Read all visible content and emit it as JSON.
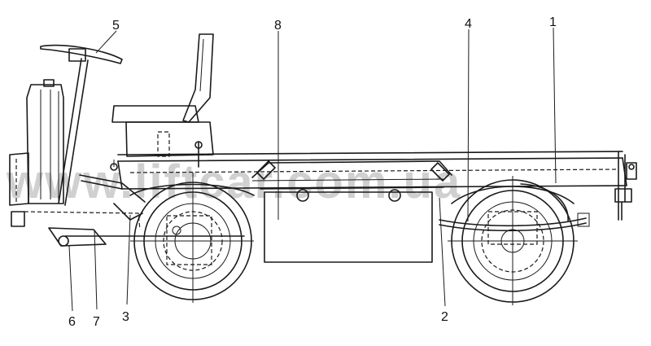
{
  "callouts": {
    "c1": "1",
    "c2": "2",
    "c3": "3",
    "c4": "4",
    "c5": "5",
    "c6": "6",
    "c7": "7",
    "c8": "8"
  },
  "watermark": "www.liftcar.com.ua",
  "colors": {
    "ink": "#1a1a1a",
    "paper": "#ffffff",
    "watermark": "#969696"
  }
}
